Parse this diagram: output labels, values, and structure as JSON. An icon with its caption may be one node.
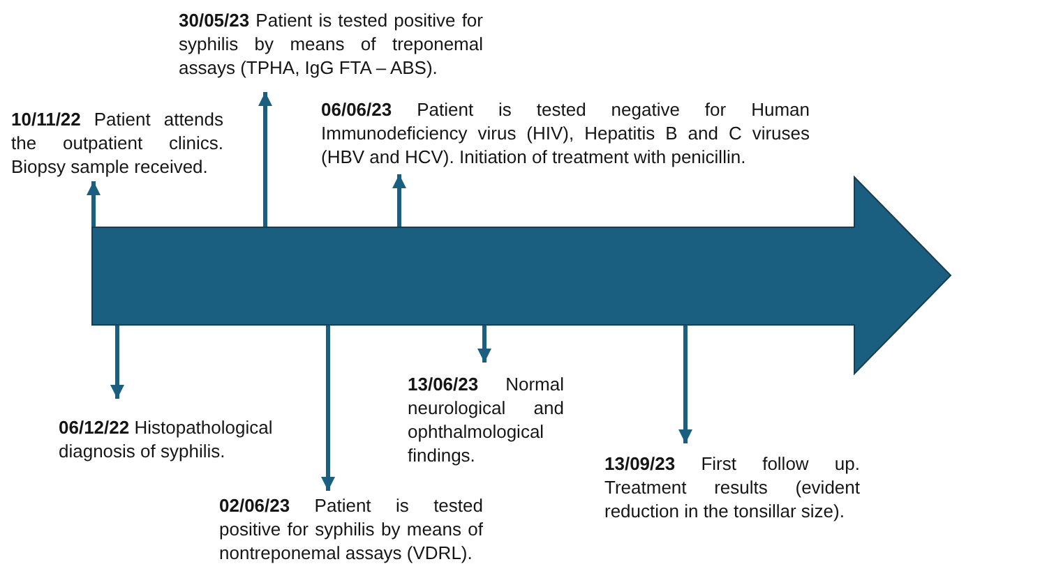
{
  "diagram": {
    "nodes": [
      {
        "text": [],
        "shape": "arrow"
      },
      {
        "text": [
          "**10/11/22** Patient attends the outpatient clinics. Biopsy sample received."
        ]
      },
      {
        "text": [
          "**06/12/22** Histopathological diagnosis of syphilis."
        ]
      },
      {
        "text": [
          "**30/05/23** Patient is tested positive for syphilis by means of treponemal assays (TPHA, IgG FTA – ABS)."
        ]
      },
      {
        "text": [
          "**02/06/23** Patient is tested positive for syphilis by means of nontreponemal assays (VDRL)."
        ]
      },
      {
        "text": [
          "**06/06/23** Patient is tested negative for Human Immunodeficiency virus (HIV), Hepatitis B and C viruses (HBV and HCV). Initiation of treatment with penicillin."
        ]
      },
      {
        "text": [
          "**13/06/23** Normal neurological and ophthalmological findings."
        ]
      },
      {
        "text": [
          "**13/09/23** First follow up. Treatment results (evident reduction in the tonsillar size)."
        ]
      }
    ],
    "edges": [
      {
        "from": 0,
        "to": 1,
        "arrow": "to"
      },
      {
        "from": 0,
        "to": 2,
        "arrow": "to"
      },
      {
        "from": 0,
        "to": 3,
        "arrow": "to"
      },
      {
        "from": 0,
        "to": 4,
        "arrow": "to"
      },
      {
        "from": 0,
        "to": 5,
        "arrow": "to"
      },
      {
        "from": 0,
        "to": 6,
        "arrow": "to"
      },
      {
        "from": 0,
        "to": 7,
        "arrow": "to"
      }
    ]
  }
}
